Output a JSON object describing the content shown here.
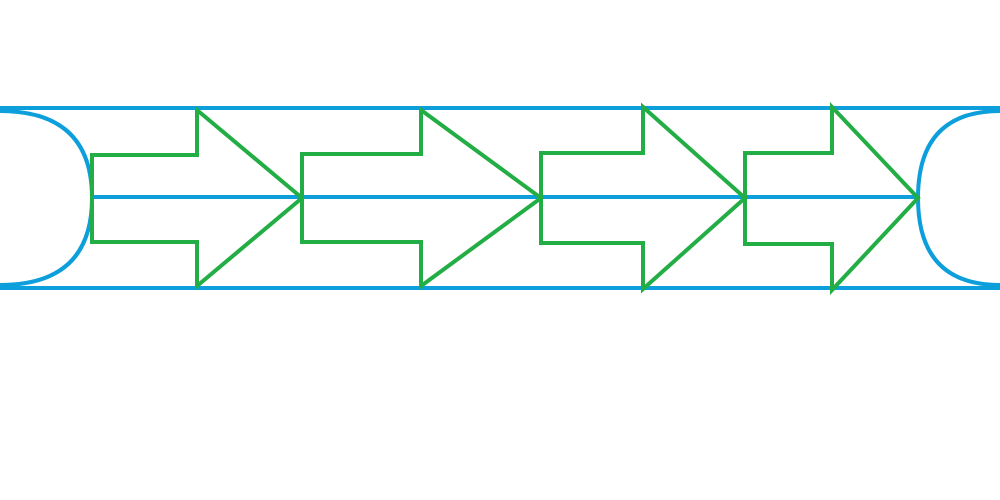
{
  "colors": {
    "background": "#ffffff",
    "guide": "#0c9fdc",
    "arrow": "#23ad45"
  },
  "diagram": {
    "arrow_count": 4,
    "arrow_direction": "right",
    "guide_lines": [
      "top-rail",
      "center-line",
      "bottom-rail"
    ],
    "end_caps": [
      "left-half-circle",
      "right-half-circle"
    ]
  }
}
